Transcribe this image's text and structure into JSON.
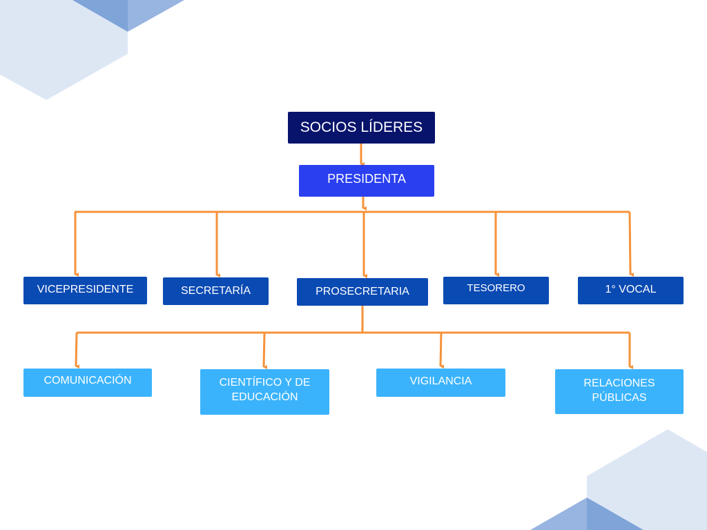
{
  "colors": {
    "root": "#08136b",
    "president": "#2a3ff0",
    "level2": "#0a4ab3",
    "level3": "#3bb3fc",
    "connector": "#f5923a",
    "hex_light": "#dde7f4",
    "hex_mid": "#98b4e0",
    "hex_dark": "#7ea4d8"
  },
  "chart": {
    "root": {
      "label": "SOCIOS LÍDERES"
    },
    "president": {
      "label": "PRESIDENTA"
    },
    "officers": [
      {
        "label": "VICEPRESIDENTE"
      },
      {
        "label": "SECRETARÍA"
      },
      {
        "label": "PROSECRETARIA"
      },
      {
        "label": "TESORERO"
      },
      {
        "label": "1° VOCAL"
      }
    ],
    "committees": [
      {
        "label": "COMUNICACIÓN"
      },
      {
        "label": "CIENTÍFICO Y DE EDUCACIÓN"
      },
      {
        "label": "VIGILANCIA"
      },
      {
        "label": "RELACIONES PÚBLICAS"
      }
    ]
  }
}
